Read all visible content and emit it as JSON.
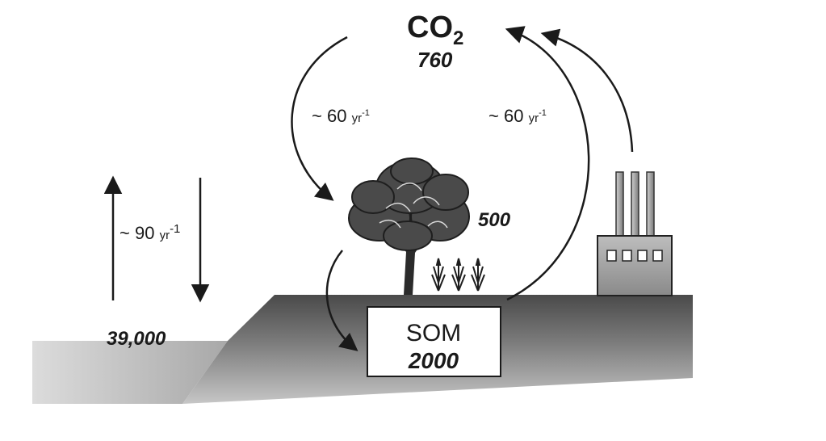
{
  "atmosphere": {
    "label_main": "CO",
    "label_sub": "2",
    "value": "760"
  },
  "vegetation": {
    "value": "500"
  },
  "soil": {
    "label": "SOM",
    "value": "2000"
  },
  "ocean": {
    "value": "39,000"
  },
  "fluxes": {
    "uptake": {
      "prefix": "~ 60",
      "unit": "yr",
      "exp": "-1"
    },
    "release": {
      "prefix": "~ 60",
      "unit": "yr",
      "exp": "-1"
    },
    "ocean_exchange": {
      "prefix": "~ 90",
      "unit": "yr",
      "exp": "-1"
    }
  },
  "icons": [
    "tree-icon",
    "grass-icon",
    "factory-icon"
  ]
}
